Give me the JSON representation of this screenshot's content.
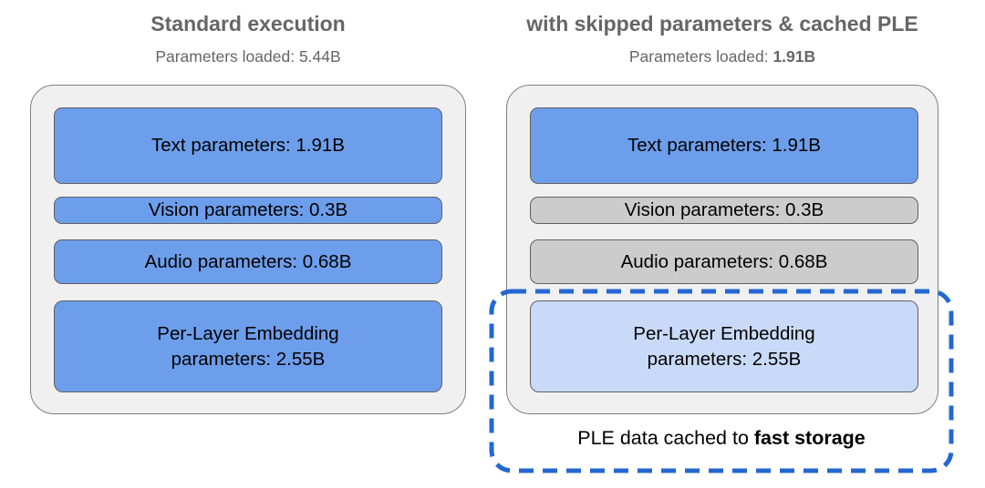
{
  "diagram": {
    "columns": [
      {
        "title": "Standard execution",
        "subtitle": {
          "label": "Parameters loaded:",
          "value": "5.44B"
        },
        "blocks": [
          {
            "name": "text",
            "label": "Text parameters: 1.91B",
            "color": "blue"
          },
          {
            "name": "vision",
            "label": "Vision parameters: 0.3B",
            "color": "blue"
          },
          {
            "name": "audio",
            "label": "Audio parameters: 0.68B",
            "color": "blue"
          },
          {
            "name": "ple",
            "label": "Per-Layer Embedding\nparameters: 2.55B",
            "color": "blue"
          }
        ]
      },
      {
        "title": "with skipped parameters & cached PLE",
        "subtitle": {
          "label": "Parameters loaded:",
          "value": "1.91B"
        },
        "blocks": [
          {
            "name": "text",
            "label": "Text parameters: 1.91B",
            "color": "blue"
          },
          {
            "name": "vision",
            "label": "Vision parameters: 0.3B",
            "color": "gray"
          },
          {
            "name": "audio",
            "label": "Audio parameters: 0.68B",
            "color": "gray"
          },
          {
            "name": "ple",
            "label": "Per-Layer Embedding\nparameters: 2.55B",
            "color": "lightblue"
          }
        ]
      }
    ],
    "callout": {
      "regular": "PLE data cached to ",
      "bold": "fast storage"
    }
  },
  "colors": {
    "block-blue": "#6d9eeb",
    "block-gray": "#cccccc",
    "block-lightblue": "#c9daf8",
    "block-border": "#606060",
    "container-fill": "#f0f0f1",
    "container-border": "#7f7f7f",
    "dashed-accent": "#2467d2",
    "heading-gray": "#666666"
  }
}
